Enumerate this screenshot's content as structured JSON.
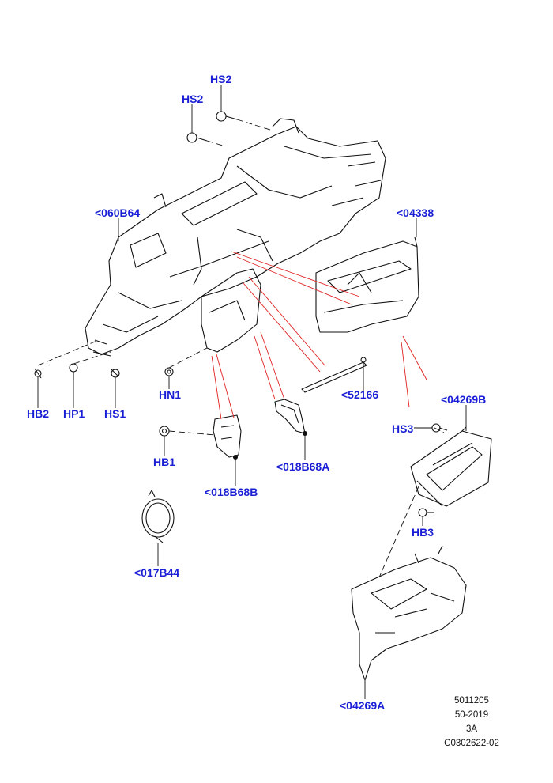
{
  "callouts": {
    "hs2_top": "HS2",
    "hs2_left": "HS2",
    "p060b64": "<060B64",
    "p04338": "<04338",
    "hb2": "HB2",
    "hp1": "HP1",
    "hs1": "HS1",
    "hn1": "HN1",
    "p52166": "<52166",
    "p04269b": "<04269B",
    "hs3": "HS3",
    "hb1": "HB1",
    "p018b68b": "<018B68B",
    "p018b68a": "<018B68A",
    "hb3": "HB3",
    "p017b44": "<017B44",
    "p04269a": "<04269A"
  },
  "reference": {
    "line1": "5011205",
    "line2": "50-2019",
    "line3": "3A",
    "line4": "C0302622-02"
  },
  "colors": {
    "callout_text": "#1a1fd6",
    "leader_line": "#e02020",
    "part_outline": "#111111"
  }
}
